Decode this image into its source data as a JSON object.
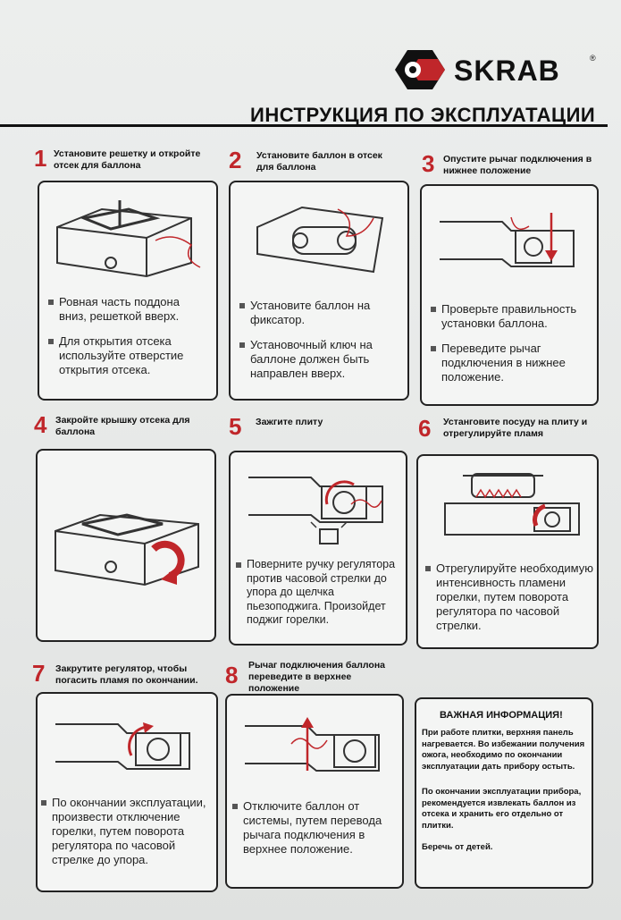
{
  "brand": "SKRAB",
  "title": "ИНСТРУКЦИЯ ПО ЭКСПЛУАТАЦИИ",
  "steps": [
    {
      "num": "1",
      "head": "Установите решетку и откройте отсек для баллона",
      "bullets": [
        "Ровная часть поддона вниз, решеткой вверх.",
        "Для открытия отсека используйте отверстие открытия отсека."
      ]
    },
    {
      "num": "2",
      "head": "Установите баллон в отсек для баллона",
      "bullets": [
        "Установите баллон на фиксатор.",
        "Установочный ключ на баллоне должен быть направлен вверх."
      ]
    },
    {
      "num": "3",
      "head": "Опустите рычаг подключения в нижнее положение",
      "bullets": [
        "Проверьте правильность установки баллона.",
        "Переведите рычаг подключения в нижнее положение."
      ]
    },
    {
      "num": "4",
      "head": "Закройте крышку отсека для баллона",
      "bullets": []
    },
    {
      "num": "5",
      "head": "Зажгите плиту",
      "bullets": [
        "Поверните ручку регулятора против часовой стрелки до упора до щелчка пьезоподжига. Произойдет поджиг горелки."
      ]
    },
    {
      "num": "6",
      "head": "Устанговите посуду на плиту и отрегулируйте пламя",
      "bullets": [
        "Отрегулируйте необходимую интенсивность пламени горелки, путем поворота регулятора по часовой стрелки."
      ]
    },
    {
      "num": "7",
      "head": "Закрутите регулятор, чтобы погасить пламя по окончании.",
      "bullets": [
        "По окончании эксплуатации, произвести отключение горелки, путем поворота регулятора по часовой стрелке до упора."
      ]
    },
    {
      "num": "8",
      "head": "Рычаг подключения баллона переведите в верхнее положение",
      "bullets": [
        "Отключите баллон от системы, путем перевода рычага подключения в верхнее положение."
      ]
    }
  ],
  "info": {
    "title": "ВАЖНАЯ ИНФОРМАЦИЯ!",
    "p1": "При работе плитки, верхняя панель нагревается. Во избежании получения ожога, необходимо по окончании эксплуатации дать прибору остыть.",
    "p2": "По окончании эксплуатации прибора, рекомендуется извлекать баллон из отсека и хранить его отдельно от плитки.",
    "p3": "Беречь от детей."
  },
  "colors": {
    "accent": "#c0262a",
    "ink": "#111111",
    "card_bg": "#f4f5f4"
  }
}
